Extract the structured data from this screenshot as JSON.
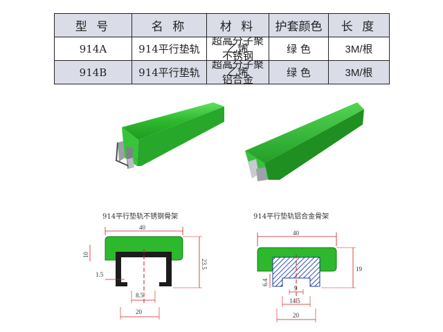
{
  "table": {
    "headers": [
      "型 号",
      "名 称",
      "材 料",
      "护套颜色",
      "长 度"
    ],
    "rows": [
      {
        "model": "914A",
        "name": "914平行垫轨",
        "material_line1": "超高分子聚乙烯",
        "material_line2": "不锈钢",
        "color": "绿 色",
        "length": "3M/根"
      },
      {
        "model": "914B",
        "name": "914平行垫轨",
        "material_line1": "超高分子聚乙烯",
        "material_line2": "铝合金",
        "color": "绿 色",
        "length": "3M/根"
      }
    ]
  },
  "drawings": {
    "left": {
      "caption": "914平行垫轨不锈钢骨架",
      "dims": {
        "width": "40",
        "height_left": "10",
        "height_right": "23.5",
        "slot": "1.5",
        "inner": "8.5",
        "base": "20"
      }
    },
    "right": {
      "caption": "914平行垫轨铝合金骨架",
      "dims": {
        "width": "40",
        "height_right": "19",
        "height_left": "6.4",
        "inner": "9",
        "mid": "14.5",
        "base": "20"
      }
    }
  },
  "colors": {
    "jacket_green": "#2db82d",
    "highlight_green": "#5fe05f",
    "frame_dark": "#1c1c1c",
    "dim_red": "#d21a1a",
    "header_bg": "#dadde8"
  }
}
